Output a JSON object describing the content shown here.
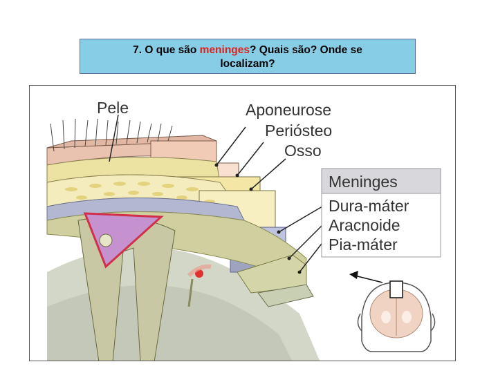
{
  "question": {
    "prefix": "7. O que são ",
    "highlight": "meninges",
    "suffix_line1": "? Quais são? Onde se",
    "line2": "localizam?"
  },
  "labels": {
    "pele": "Pele",
    "aponeurose": "Aponeurose",
    "periosteo": "Periósteo",
    "osso": "Osso"
  },
  "meninges_box": {
    "title": "Meninges",
    "items": [
      "Dura-máter",
      "Aracnoide",
      "Pia-máter"
    ]
  },
  "colors": {
    "question_bg": "#87cde6",
    "highlight": "#e0201b",
    "skin": "#f0c9b8",
    "aponeurosis": "#f6d9c6",
    "periosteum": "#f3e7a8",
    "bone": "#f6efbf",
    "dura": "#b9bfd9",
    "arachnoid": "#c9c9a3",
    "pia": "#c8d0b8",
    "cortex": "#cfd3c4",
    "sinus": "#c58fcf",
    "box_bg": "#d7d7dc"
  }
}
